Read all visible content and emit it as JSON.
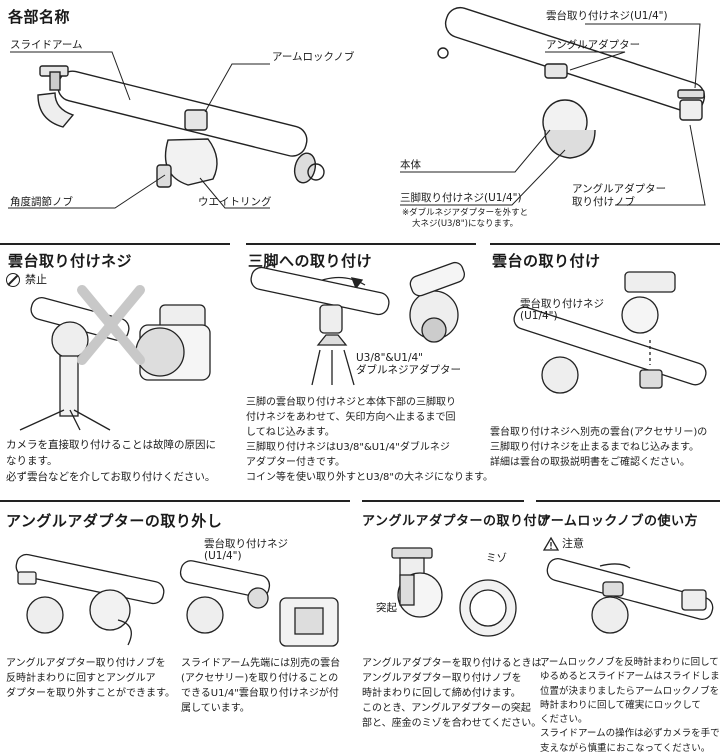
{
  "parts": {
    "title": "各部名称",
    "labels": {
      "slide_arm": "スライドアーム",
      "arm_lock_knob": "アームロックノブ",
      "angle_knob": "角度調節ノブ",
      "weight_ring": "ウエイトリング",
      "head_screw": "雲台取り付けネジ(U1/4\")",
      "angle_adapter": "アングルアダプター",
      "body": "本体",
      "tripod_screw": "三脚取り付けネジ(U1/4\")",
      "tripod_note_1": "※ダブルネジアダプターを外すと",
      "tripod_note_2": "大ネジ(U3/8\")になります。",
      "adapter_knob_1": "アングルアダプター",
      "adapter_knob_2": "取り付けノブ"
    }
  },
  "head_screw_section": {
    "title": "雲台取り付けネジ",
    "prohibit": "禁止",
    "lines": [
      "カメラを直接取り付けることは故障の原因に",
      "なります。",
      "必ず雲台などを介してお取り付けください。"
    ]
  },
  "tripod_section": {
    "title": "三脚への取り付け",
    "adapter_label_1": "U3/8\"&U1/4\"",
    "adapter_label_2": "ダブルネジアダプター",
    "lines": [
      "三脚の雲台取り付けネジと本体下部の三脚取り",
      "付けネジをあわせて、矢印方向へ止まるまで回",
      "してねじ込みます。",
      "三脚取り付けネジはU3/8\"&U1/4\"ダブルネジ",
      "アダプター付きです。",
      "コイン等を使い取り外すとU3/8\"の大ネジになります。"
    ]
  },
  "head_mount_section": {
    "title": "雲台の取り付け",
    "screw_label_1": "雲台取り付けネジ",
    "screw_label_2": "(U1/4\")",
    "lines": [
      "雲台取り付けネジへ別売の雲台(アクセサリー)の",
      "三脚取り付けネジを止まるまでねじ込みます。",
      "詳細は雲台の取扱説明書をご確認ください。"
    ]
  },
  "adapter_remove_section": {
    "title": "アングルアダプターの取り外し",
    "screw_label_1": "雲台取り付けネジ",
    "screw_label_2": "(U1/4\")",
    "left_lines": [
      "アングルアダプター取り付けノブを",
      "反時計まわりに回すとアングルア",
      "ダプターを取り外すことができます。"
    ],
    "right_lines": [
      "スライドアーム先端には別売の雲台",
      "(アクセサリー)を取り付けることの",
      "できるU1/4\"雲台取り付けネジが付",
      "属しています。"
    ]
  },
  "adapter_attach_section": {
    "title": "アングルアダプターの取り付け",
    "groove": "ミゾ",
    "protrusion": "突起",
    "lines": [
      "アングルアダプターを取り付けるときは、",
      "アングルアダプター取り付けノブを",
      "時計まわりに回して締め付けます。",
      "このとき、アングルアダプターの突起",
      "部と、座金のミゾを合わせてください。"
    ]
  },
  "arm_lock_section": {
    "title": "アームロックノブの使い方",
    "caution": "注意",
    "lines": [
      "アームロックノブを反時計まわりに回して",
      "ゆるめるとスライドアームはスライドします。",
      "位置が決まりましたらアームロックノブを",
      "時計まわりに回して確実にロックして",
      "ください。",
      "スライドアームの操作は必ずカメラを手で",
      "支えながら慎重におこなってください。"
    ]
  }
}
